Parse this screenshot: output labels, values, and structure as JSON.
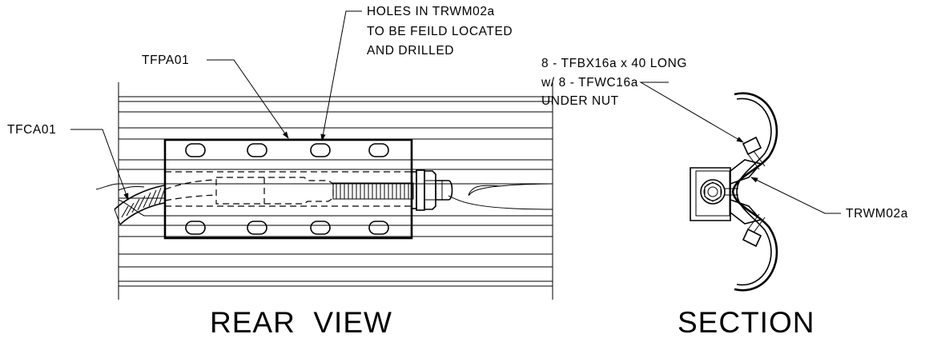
{
  "labels": {
    "holes_line1": "HOLES IN TRWM02a",
    "holes_line2": "TO BE FEILD LOCATED",
    "holes_line3": "AND DRILLED",
    "tfpa": "TFPA01",
    "tfca": "TFCA01",
    "bolt_line1": "8 - TFBX16a x 40 LONG",
    "bolt_line2": "w/ 8 - TFWC16a",
    "bolt_line3": "UNDER NUT",
    "trwm": "TRWM02a"
  },
  "titles": {
    "rear_view": "REAR  VIEW",
    "section": "SECTION"
  }
}
